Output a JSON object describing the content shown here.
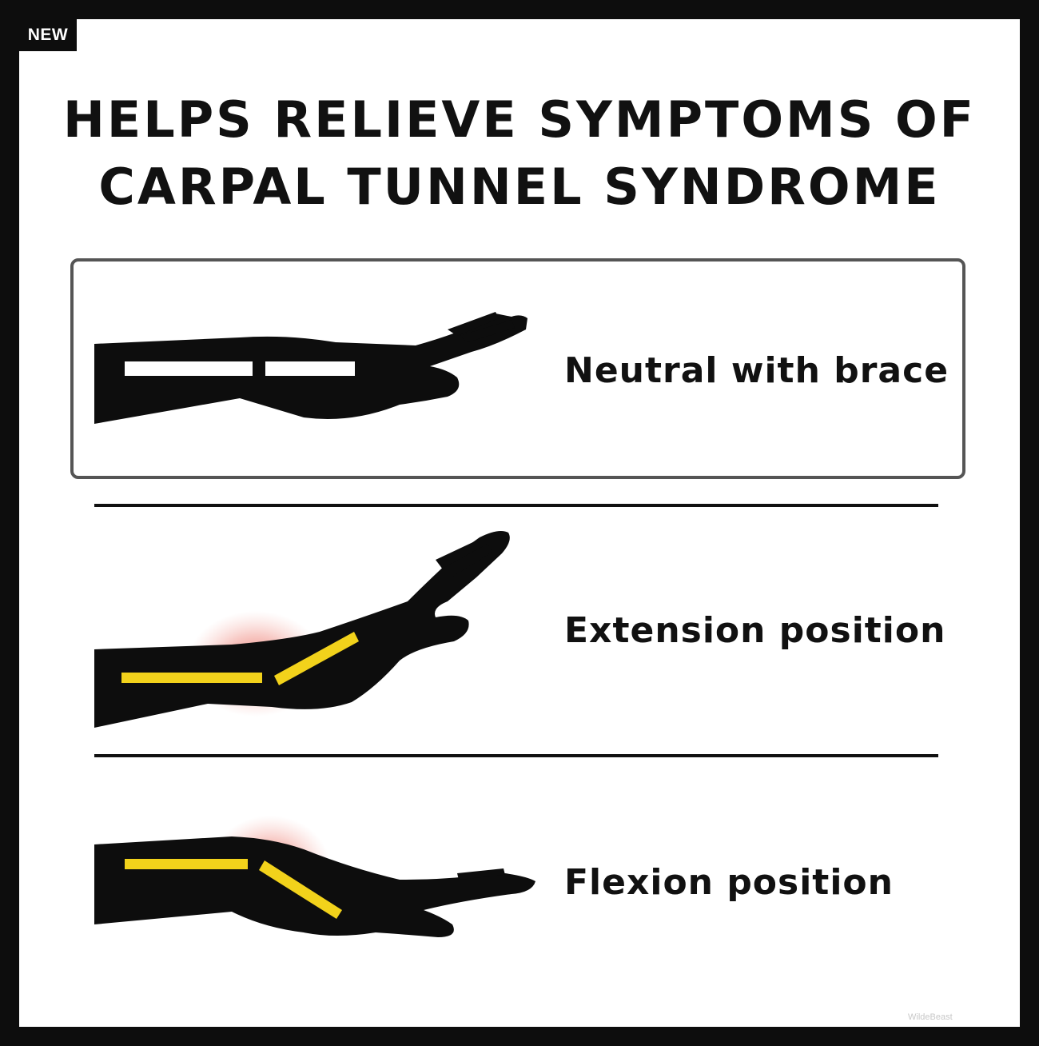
{
  "badge": "NEW",
  "title": {
    "line1": "HELPS RELIEVE SYMPTOMS OF",
    "line2": "CARPAL TUNNEL SYNDROME"
  },
  "positions": [
    {
      "label": "Neutral with brace",
      "icon": "neutral-wrist-with-brace-icon"
    },
    {
      "label": "Extension position",
      "icon": "extended-wrist-icon"
    },
    {
      "label": "Flexion position",
      "icon": "flexed-wrist-icon"
    }
  ],
  "watermark": "WildeBeast",
  "colors": {
    "silhouette": "#0d0d0d",
    "splint": "#f2d21b",
    "pain_glow": "#e85a4f"
  }
}
